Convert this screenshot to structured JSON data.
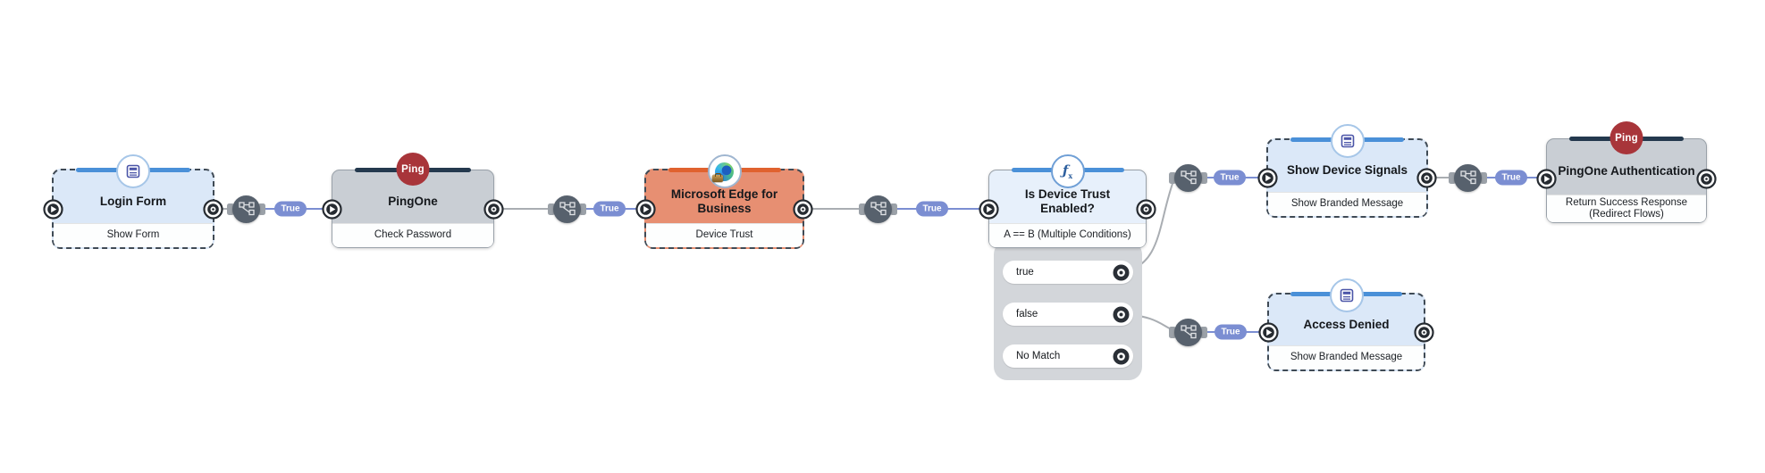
{
  "app": {
    "name": "authentication-flow-canvas"
  },
  "colors": {
    "canvas_bg": "#ffffff",
    "node_blue": "#dbe8f8",
    "node_gray": "#c9ced4",
    "node_orange": "#e78f72",
    "node_lightblue": "#e7f0fb",
    "bar_blue": "#4a90d8",
    "bar_navy": "#24394e",
    "bar_orange": "#e0622f",
    "edge_label_bg": "#7b8ed2",
    "wire_gray": "#a9adb2",
    "wire_blue": "#7b8ed2",
    "connector_bg": "#57616d",
    "ping_red": "#a8353a",
    "branch_panel_bg": "#d3d6da"
  },
  "ping_logo_text": "Ping",
  "nodes": [
    {
      "title": "Login Form",
      "subtitle": "Show Form",
      "icon": "form-icon",
      "style": "blue-dashed"
    },
    {
      "title": "PingOne",
      "subtitle": "Check Password",
      "icon": "ping-logo-icon",
      "style": "gray-solid"
    },
    {
      "title": "Microsoft Edge for Business",
      "subtitle": "Device Trust",
      "icon": "edge-logo-icon",
      "style": "orange-dashed"
    },
    {
      "title": "Is Device Trust Enabled?",
      "subtitle": "A == B (Multiple Conditions)",
      "icon": "function-icon",
      "style": "lightblue-solid"
    },
    {
      "title": "Show Device Signals",
      "subtitle": "Show Branded Message",
      "icon": "form-icon",
      "style": "blue-dashed"
    },
    {
      "title": "PingOne Authentication",
      "subtitle": "Return Success Response (Redirect Flows)",
      "icon": "ping-logo-icon",
      "style": "gray-solid"
    },
    {
      "title": "Access Denied",
      "subtitle": "Show Branded Message",
      "icon": "form-icon",
      "style": "blue-dashed"
    }
  ],
  "condition_outputs": [
    {
      "label": "true"
    },
    {
      "label": "false"
    },
    {
      "label": "No Match"
    }
  ],
  "edges": [
    {
      "from": "Login Form",
      "to": "PingOne",
      "label": "True"
    },
    {
      "from": "PingOne",
      "to": "Microsoft Edge for Business",
      "label": "True"
    },
    {
      "from": "Microsoft Edge for Business",
      "to": "Is Device Trust Enabled?",
      "label": "True"
    },
    {
      "from": "Is Device Trust Enabled? (true)",
      "to": "Show Device Signals",
      "label": "True"
    },
    {
      "from": "Show Device Signals",
      "to": "PingOne Authentication",
      "label": "True"
    },
    {
      "from": "Is Device Trust Enabled? (false)",
      "to": "Access Denied",
      "label": "True"
    }
  ]
}
